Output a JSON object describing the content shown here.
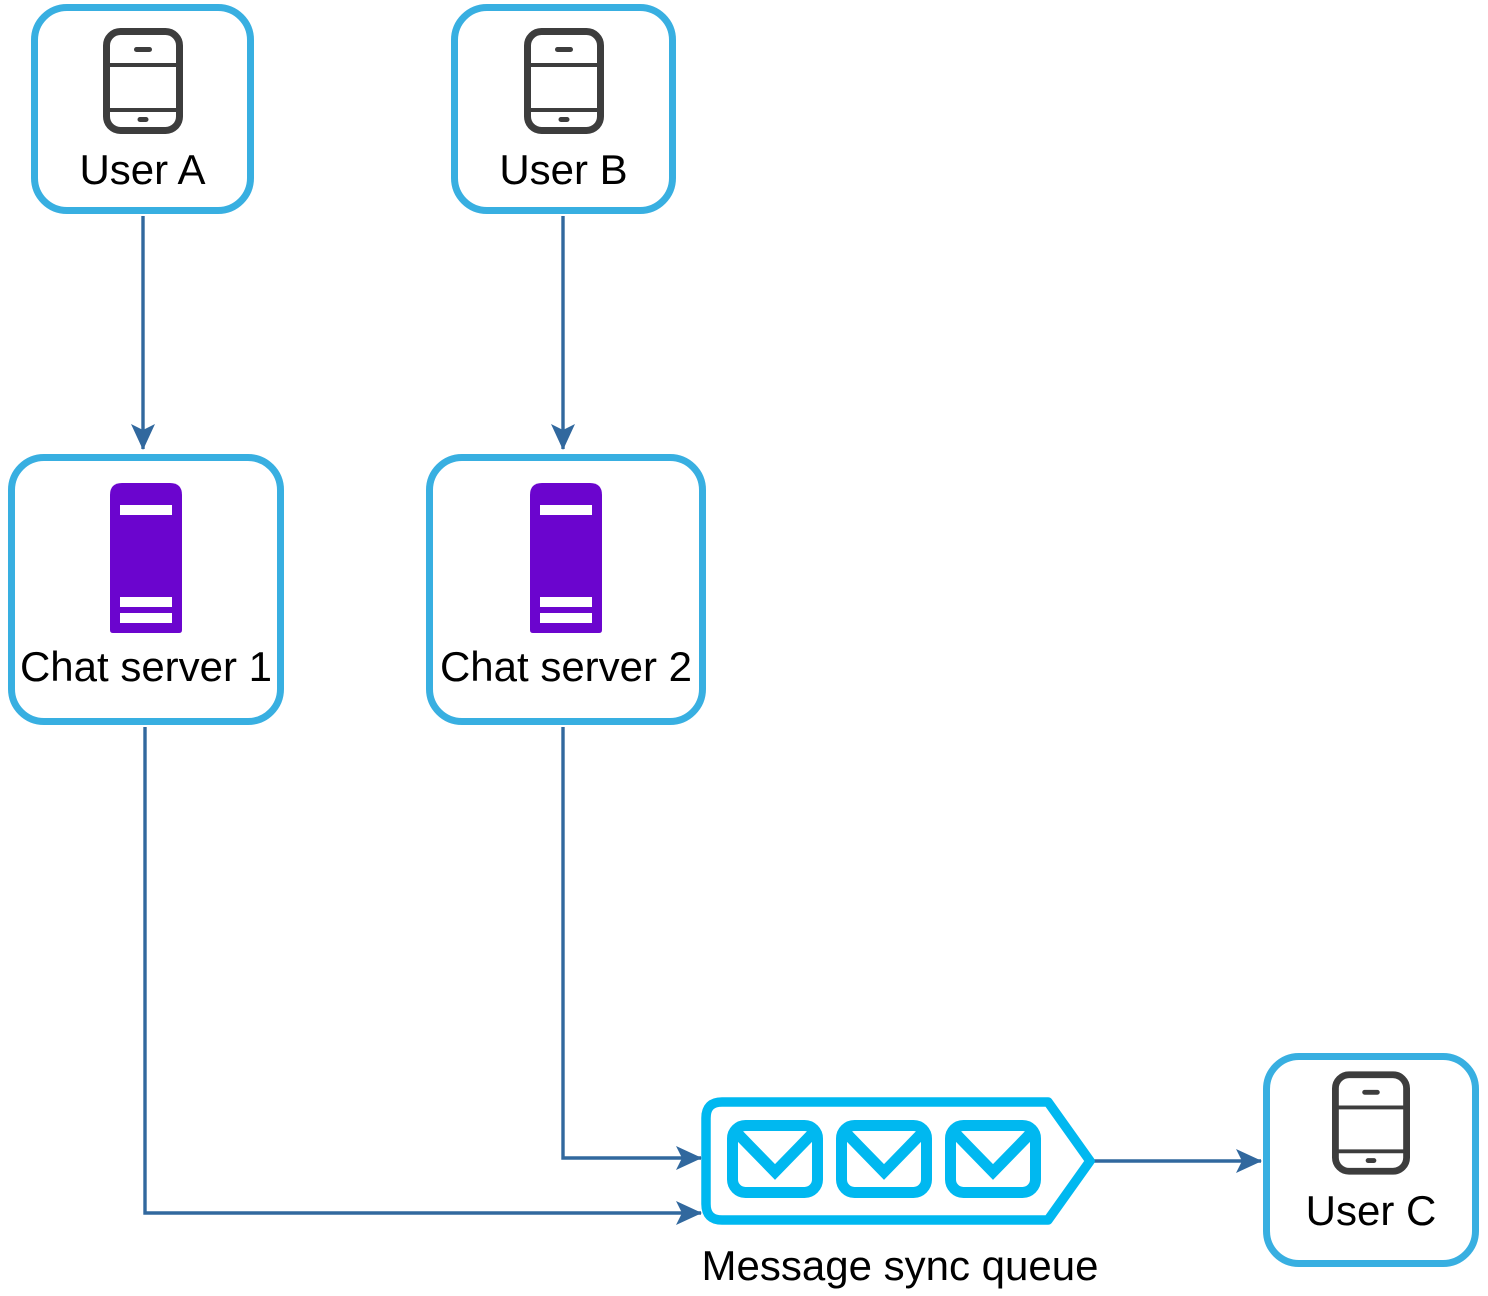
{
  "diagram": {
    "kind": "message-sync-architecture",
    "nodes": {
      "user_a": {
        "label": "User A",
        "icon": "phone-icon"
      },
      "user_b": {
        "label": "User B",
        "icon": "phone-icon"
      },
      "chat_server_1": {
        "label": "Chat server 1",
        "icon": "server-icon"
      },
      "chat_server_2": {
        "label": "Chat server 2",
        "icon": "server-icon"
      },
      "message_sync_queue": {
        "label": "Message sync queue",
        "icon": "envelope-icon",
        "envelope_count": 3
      },
      "user_c": {
        "label": "User C",
        "icon": "phone-icon"
      }
    },
    "edges": [
      {
        "from": "user_a",
        "to": "chat_server_1"
      },
      {
        "from": "user_b",
        "to": "chat_server_2"
      },
      {
        "from": "chat_server_1",
        "to": "message_sync_queue"
      },
      {
        "from": "chat_server_2",
        "to": "message_sync_queue"
      },
      {
        "from": "message_sync_queue",
        "to": "user_c"
      }
    ]
  },
  "colors": {
    "node_border": "#38afe1",
    "queue_accent": "#00b8f0",
    "server_fill": "#6b05ce",
    "arrow": "#31689e",
    "icon_dark": "#3d3d3d",
    "text": "#000000",
    "background": "#ffffff"
  }
}
